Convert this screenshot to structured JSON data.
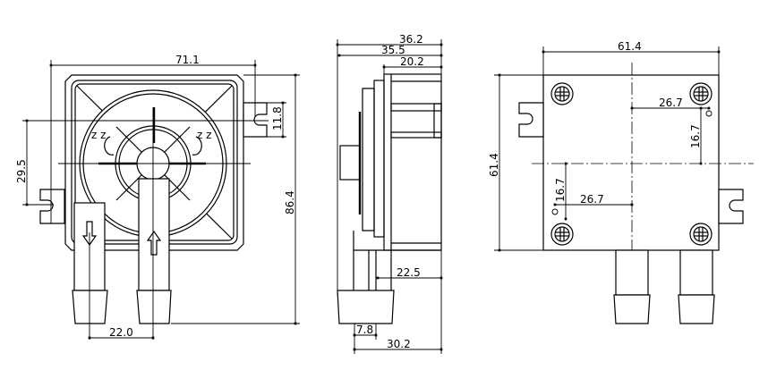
{
  "front_view": {
    "dim_width": "71.1",
    "dim_height": "86.4",
    "dim_tab": "11.8",
    "dim_tab_offset": "29.5",
    "dim_port_spacing": "22.0"
  },
  "side_view": {
    "dim_overall": "36.2",
    "dim_body": "35.5",
    "dim_motor": "20.2",
    "dim_port_depth": "22.5",
    "dim_port_width": "7.8",
    "dim_bottom": "30.2"
  },
  "rear_view": {
    "dim_width": "61.4",
    "dim_height": "61.4",
    "dim_hole_x_upper": "26.7",
    "dim_hole_y_upper": "16.7",
    "dim_hole_x_lower": "26.7",
    "dim_hole_y_lower": "16.7"
  }
}
